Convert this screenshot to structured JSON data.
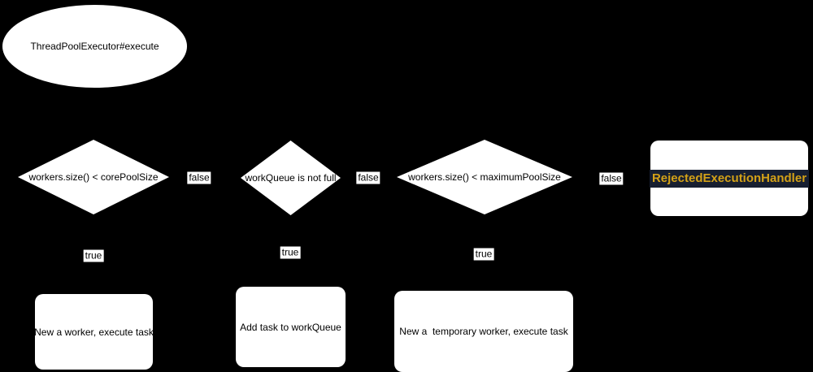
{
  "start": {
    "label": "ThreadPoolExecutor#execute"
  },
  "decisions": [
    {
      "label": "workers.size() < corePoolSize"
    },
    {
      "label": "workQueue is not full"
    },
    {
      "label": "workers.size() < maximumPoolSize"
    }
  ],
  "actions": [
    {
      "label": "New a worker, execute task"
    },
    {
      "label": "Add task to workQueue"
    },
    {
      "label": "New a  temporary worker, execute task"
    }
  ],
  "handler": {
    "label": "RejectedExecutionHandler"
  },
  "edge_labels": {
    "false_labels": [
      "false",
      "false",
      "false"
    ],
    "true_labels": [
      "true",
      "true",
      "true"
    ]
  },
  "colors": {
    "background": "#000000",
    "shape_fill": "#ffffff",
    "shape_text": "#000000",
    "handler_highlight_bg": "#171f31",
    "handler_text": "#d3a117"
  }
}
